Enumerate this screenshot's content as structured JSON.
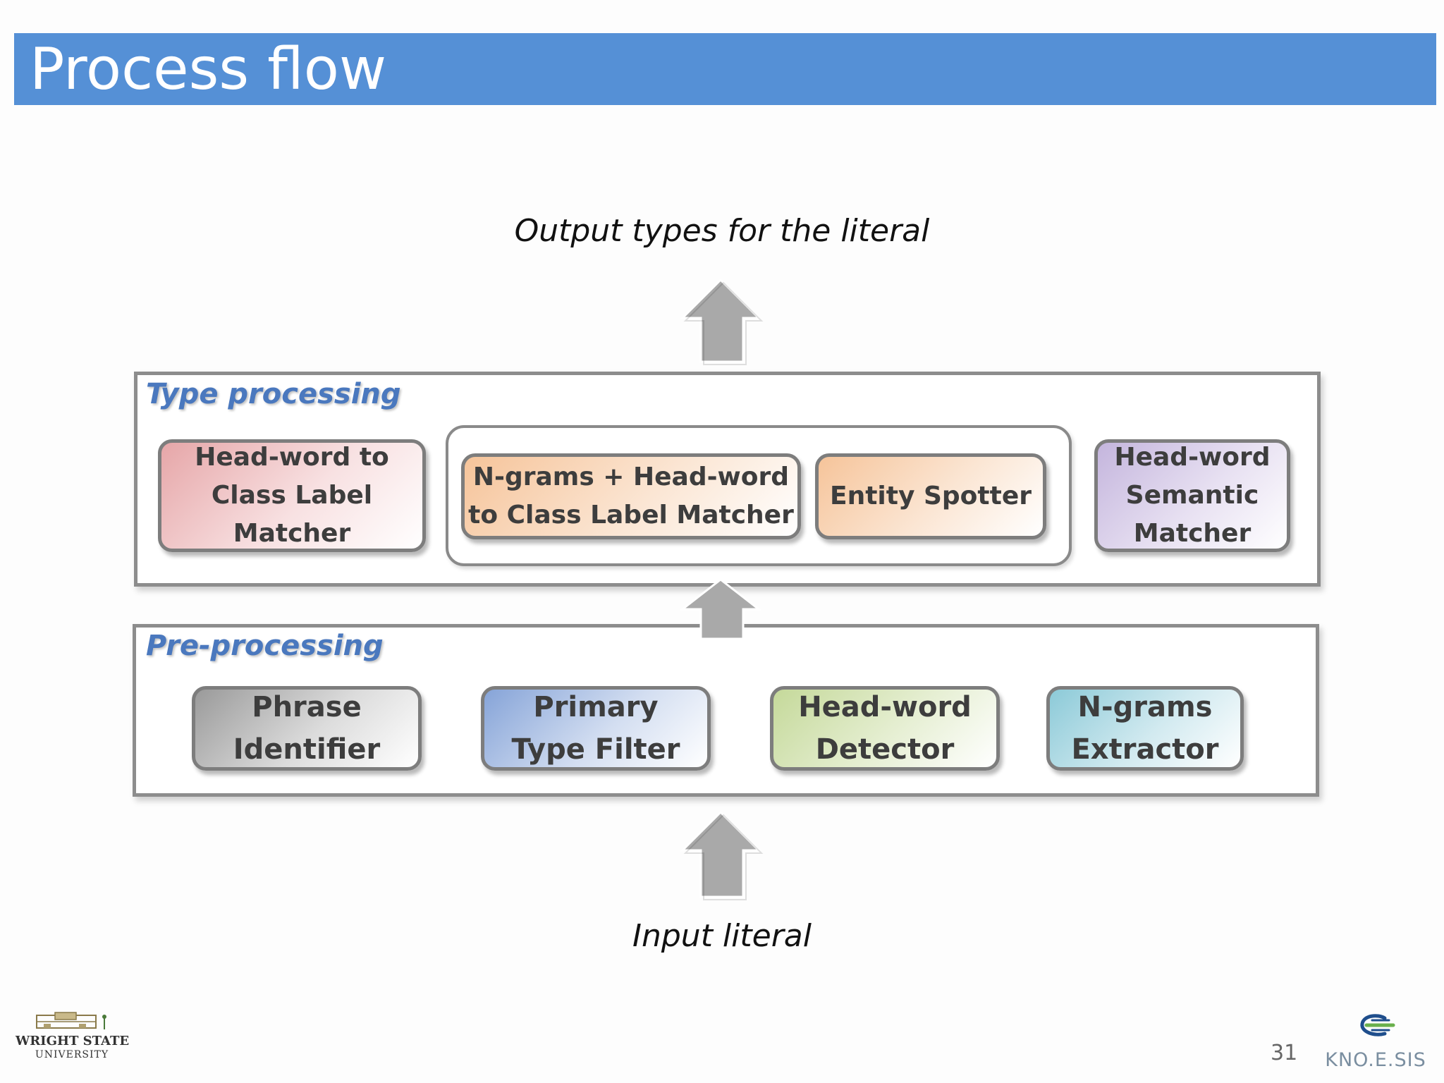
{
  "slide": {
    "title": "Process flow",
    "page_number": "31"
  },
  "diagram": {
    "output_label": "Output types for the literal",
    "input_label": "Input literal",
    "type_processing": {
      "label": "Type processing",
      "modules": [
        "Head-word to\nClass Label\nMatcher",
        "N-grams + Head-word\nto Class Label Matcher",
        "Entity Spotter",
        "Head-word\nSemantic\nMatcher"
      ]
    },
    "pre_processing": {
      "label": "Pre-processing",
      "modules": [
        "Phrase\nIdentifier",
        "Primary\nType Filter",
        "Head-word\nDetector",
        "N-grams\nExtractor"
      ]
    }
  },
  "logos": {
    "left_line1": "WRIGHT STATE",
    "left_line2": "UNIVERSITY",
    "right": "KNO.E.SIS"
  }
}
